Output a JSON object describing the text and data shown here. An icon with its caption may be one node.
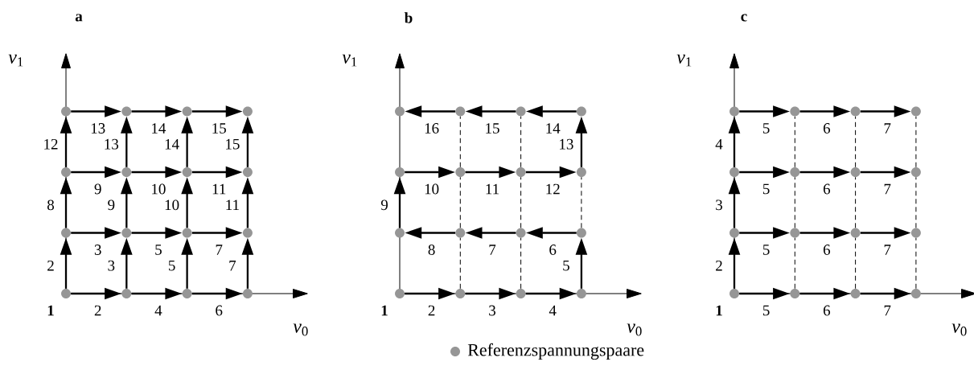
{
  "diagram": {
    "nodes": [
      {
        "text": [],
        "shape": "circle"
      },
      {
        "text": [],
        "shape": "circle"
      },
      {
        "text": [],
        "shape": "circle"
      },
      {
        "text": [],
        "shape": "circle"
      },
      {
        "text": [],
        "shape": "circle"
      },
      {
        "text": [],
        "shape": "circle"
      },
      {
        "text": [],
        "shape": "circle"
      },
      {
        "text": [],
        "shape": "circle"
      },
      {
        "text": [],
        "shape": "circle"
      },
      {
        "text": [],
        "shape": "circle"
      },
      {
        "text": [],
        "shape": "circle"
      },
      {
        "text": [],
        "shape": "circle"
      },
      {
        "text": [],
        "shape": "circle"
      },
      {
        "text": [],
        "shape": "circle"
      },
      {
        "text": [],
        "shape": "circle"
      },
      {
        "text": [],
        "shape": "circle"
      },
      {
        "text": [],
        "shape": "circle"
      },
      {
        "text": [],
        "shape": "circle"
      },
      {
        "text": [],
        "shape": "circle"
      },
      {
        "text": [],
        "shape": "circle"
      },
      {
        "text": [],
        "shape": "circle"
      },
      {
        "text": [],
        "shape": "circle"
      },
      {
        "text": [],
        "shape": "circle"
      },
      {
        "text": [],
        "shape": "circle"
      },
      {
        "text": [],
        "shape": "circle"
      },
      {
        "text": [],
        "shape": "circle"
      },
      {
        "text": [],
        "shape": "circle"
      },
      {
        "text": [],
        "shape": "circle"
      },
      {
        "text": [],
        "shape": "circle"
      },
      {
        "text": [],
        "shape": "circle"
      },
      {
        "text": [],
        "shape": "circle"
      },
      {
        "text": [],
        "shape": "circle"
      },
      {
        "text": [],
        "shape": "circle"
      },
      {
        "text": [],
        "shape": "circle"
      },
      {
        "text": [],
        "shape": "circle"
      },
      {
        "text": [],
        "shape": "circle"
      },
      {
        "text": [],
        "shape": "circle"
      },
      {
        "text": [],
        "shape": "circle"
      },
      {
        "text": [],
        "shape": "circle"
      },
      {
        "text": [],
        "shape": "circle"
      },
      {
        "text": [],
        "shape": "circle"
      },
      {
        "text": [],
        "shape": "circle"
      },
      {
        "text": [],
        "shape": "circle"
      },
      {
        "text": [],
        "shape": "circle"
      },
      {
        "text": [],
        "shape": "circle"
      },
      {
        "text": [],
        "shape": "circle"
      },
      {
        "text": [],
        "shape": "circle"
      },
      {
        "text": [],
        "shape": "circle"
      }
    ],
    "edges": [
      {
        "from": 0,
        "to": 1,
        "arrow": "to",
        "label": "2"
      },
      {
        "from": 1,
        "to": 2,
        "arrow": "to",
        "label": "4"
      },
      {
        "from": 2,
        "to": 3,
        "arrow": "to",
        "label": "6"
      },
      {
        "from": 4,
        "to": 5,
        "arrow": "to",
        "label": "3"
      },
      {
        "from": 5,
        "to": 6,
        "arrow": "to",
        "label": "5"
      },
      {
        "from": 6,
        "to": 7,
        "arrow": "to",
        "label": "7"
      },
      {
        "from": 8,
        "to": 9,
        "arrow": "to",
        "label": "9"
      },
      {
        "from": 9,
        "to": 10,
        "arrow": "to",
        "label": "10"
      },
      {
        "from": 10,
        "to": 11,
        "arrow": "to",
        "label": "11"
      },
      {
        "from": 12,
        "to": 13,
        "arrow": "to",
        "label": "13"
      },
      {
        "from": 13,
        "to": 14,
        "arrow": "to",
        "label": "14"
      },
      {
        "from": 14,
        "to": 15,
        "arrow": "to",
        "label": "15"
      },
      {
        "from": 0,
        "to": 4,
        "arrow": "to",
        "label": "2"
      },
      {
        "from": 4,
        "to": 8,
        "arrow": "to",
        "label": "8"
      },
      {
        "from": 8,
        "to": 12,
        "arrow": "to",
        "label": "12"
      },
      {
        "from": 1,
        "to": 5,
        "arrow": "to",
        "label": "3"
      },
      {
        "from": 5,
        "to": 9,
        "arrow": "to",
        "label": "9"
      },
      {
        "from": 9,
        "to": 13,
        "arrow": "to",
        "label": "13"
      },
      {
        "from": 2,
        "to": 6,
        "arrow": "to",
        "label": "5"
      },
      {
        "from": 6,
        "to": 10,
        "arrow": "to",
        "label": "10"
      },
      {
        "from": 10,
        "to": 14,
        "arrow": "to",
        "label": "14"
      },
      {
        "from": 3,
        "to": 7,
        "arrow": "to",
        "label": "7"
      },
      {
        "from": 7,
        "to": 11,
        "arrow": "to",
        "label": "11"
      },
      {
        "from": 11,
        "to": 15,
        "arrow": "to",
        "label": "15"
      },
      {
        "from": 16,
        "to": 17,
        "arrow": "to",
        "label": "2"
      },
      {
        "from": 17,
        "to": 18,
        "arrow": "to",
        "label": "3"
      },
      {
        "from": 18,
        "to": 19,
        "arrow": "to",
        "label": "4"
      },
      {
        "from": 19,
        "to": 23,
        "arrow": "to",
        "label": "5"
      },
      {
        "from": 23,
        "to": 22,
        "arrow": "to",
        "label": "6"
      },
      {
        "from": 22,
        "to": 21,
        "arrow": "to",
        "label": "7"
      },
      {
        "from": 21,
        "to": 20,
        "arrow": "to",
        "label": "8"
      },
      {
        "from": 20,
        "to": 24,
        "arrow": "to",
        "label": "9"
      },
      {
        "from": 24,
        "to": 25,
        "arrow": "to",
        "label": "10"
      },
      {
        "from": 25,
        "to": 26,
        "arrow": "to",
        "label": "11"
      },
      {
        "from": 26,
        "to": 27,
        "arrow": "to",
        "label": "12"
      },
      {
        "from": 27,
        "to": 31,
        "arrow": "to",
        "label": "13"
      },
      {
        "from": 31,
        "to": 30,
        "arrow": "to",
        "label": "14"
      },
      {
        "from": 30,
        "to": 29,
        "arrow": "to",
        "label": "15"
      },
      {
        "from": 29,
        "to": 28,
        "arrow": "to",
        "label": "16"
      },
      {
        "from": 17,
        "to": 21,
        "arrow": "none",
        "style": "dashed"
      },
      {
        "from": 21,
        "to": 25,
        "arrow": "none",
        "style": "dashed"
      },
      {
        "from": 25,
        "to": 29,
        "arrow": "none",
        "style": "dashed"
      },
      {
        "from": 18,
        "to": 22,
        "arrow": "none",
        "style": "dashed"
      },
      {
        "from": 22,
        "to": 26,
        "arrow": "none",
        "style": "dashed"
      },
      {
        "from": 26,
        "to": 30,
        "arrow": "none",
        "style": "dashed"
      },
      {
        "from": 23,
        "to": 27,
        "arrow": "none",
        "style": "dashed"
      },
      {
        "from": 32,
        "to": 36,
        "arrow": "to",
        "label": "2"
      },
      {
        "from": 36,
        "to": 40,
        "arrow": "to",
        "label": "3"
      },
      {
        "from": 40,
        "to": 44,
        "arrow": "to",
        "label": "4"
      },
      {
        "from": 32,
        "to": 33,
        "arrow": "to",
        "label": "5"
      },
      {
        "from": 33,
        "to": 34,
        "arrow": "to",
        "label": "6"
      },
      {
        "from": 34,
        "to": 35,
        "arrow": "to",
        "label": "7"
      },
      {
        "from": 36,
        "to": 37,
        "arrow": "to",
        "label": "5"
      },
      {
        "from": 37,
        "to": 38,
        "arrow": "to",
        "label": "6"
      },
      {
        "from": 38,
        "to": 39,
        "arrow": "to",
        "label": "7"
      },
      {
        "from": 40,
        "to": 41,
        "arrow": "to",
        "label": "5"
      },
      {
        "from": 41,
        "to": 42,
        "arrow": "to",
        "label": "6"
      },
      {
        "from": 42,
        "to": 43,
        "arrow": "to",
        "label": "7"
      },
      {
        "from": 44,
        "to": 45,
        "arrow": "to",
        "label": "5"
      },
      {
        "from": 45,
        "to": 46,
        "arrow": "to",
        "label": "6"
      },
      {
        "from": 46,
        "to": 47,
        "arrow": "to",
        "label": "7"
      },
      {
        "from": 33,
        "to": 37,
        "arrow": "none",
        "style": "dashed"
      },
      {
        "from": 37,
        "to": 41,
        "arrow": "none",
        "style": "dashed"
      },
      {
        "from": 41,
        "to": 45,
        "arrow": "none",
        "style": "dashed"
      },
      {
        "from": 34,
        "to": 38,
        "arrow": "none",
        "style": "dashed"
      },
      {
        "from": 38,
        "to": 42,
        "arrow": "none",
        "style": "dashed"
      },
      {
        "from": 42,
        "to": 46,
        "arrow": "none",
        "style": "dashed"
      },
      {
        "from": 35,
        "to": 39,
        "arrow": "none",
        "style": "dashed"
      },
      {
        "from": 39,
        "to": 43,
        "arrow": "none",
        "style": "dashed"
      },
      {
        "from": 43,
        "to": 47,
        "arrow": "none",
        "style": "dashed"
      }
    ],
    "labels": [
      "a",
      "b",
      "c",
      "*v*$_{1}$",
      "1",
      "*v*$_{0}$",
      "*v*$_{1}$",
      "1",
      "*v*$_{0}$",
      "*v*$_{1}$",
      "1",
      "*v*$_{0}$"
    ],
    "legend": [
      {
        "text": "Referenzspannungspaare"
      }
    ]
  }
}
